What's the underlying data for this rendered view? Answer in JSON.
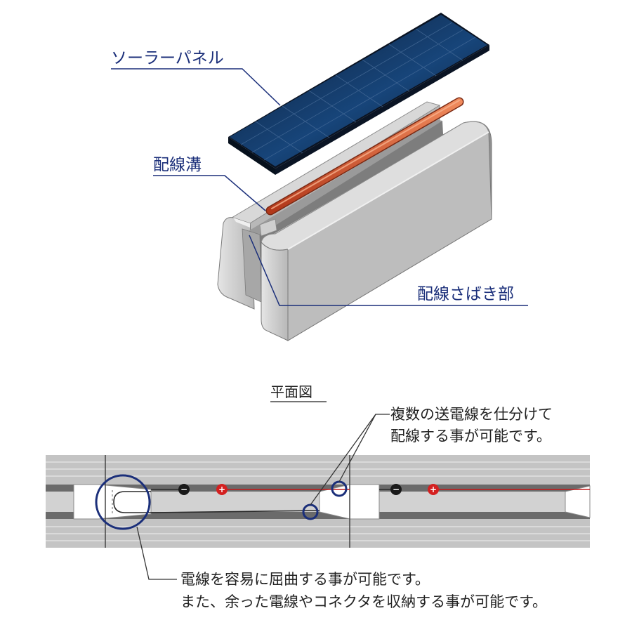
{
  "labels": {
    "solar_panel": "ソーラーパネル",
    "wiring_groove": "配線溝",
    "wiring_management": "配線さばき部",
    "plan_view": "平面図"
  },
  "notes": {
    "multiple_lines_1": "複数の送電線を仕分けて",
    "multiple_lines_2": "配線する事が可能です。",
    "bending_1": "電線を容易に屈曲する事が可能です。",
    "bending_2": "また、余った電線やコネクタを収納する事が可能です。"
  },
  "terminals": {
    "minus": "−",
    "plus": "+"
  },
  "colors": {
    "navy": "#1b2f7a",
    "wire": "#c8401e",
    "red_line": "#c41818",
    "block": "#c4c4c4"
  }
}
